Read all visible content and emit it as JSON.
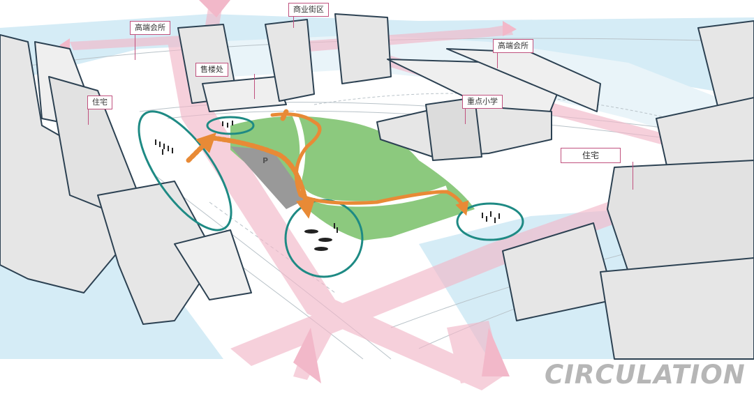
{
  "labels": {
    "clubhouse_left": "高端会所",
    "commercial_street": "商业街区",
    "sales_office": "售楼处",
    "residential_left": "住宅",
    "clubhouse_right": "高端会所",
    "key_school": "重点小学",
    "residential_right": "住宅"
  },
  "parking_mark": "P",
  "title": "CIRCULATION",
  "colors": {
    "water": "#cfeaf5",
    "building_fill": "#e6e6e6",
    "building_outline": "#2c4152",
    "park_green": "#8cc97e",
    "pedestrian_flow": "#e88a36",
    "vehicle_flow": "#f2b8c9",
    "node_circle": "#1e8a84",
    "label_border": "#c0517e",
    "title_gray": "#b6b6b6"
  }
}
